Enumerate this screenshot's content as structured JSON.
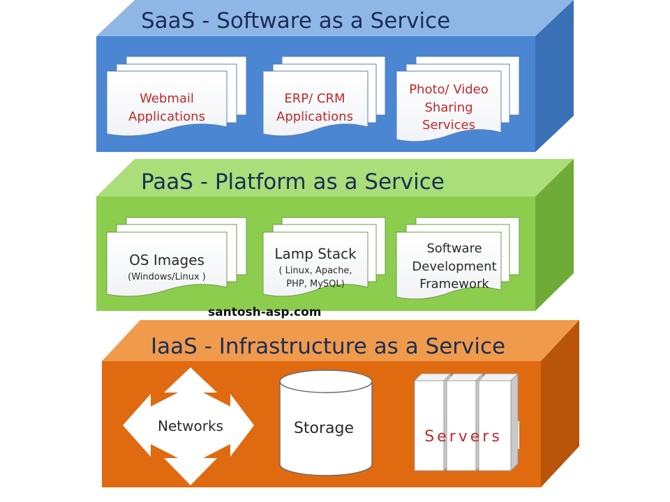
{
  "layers": {
    "saas": {
      "title": "SaaS  -  Software as a Service",
      "items": [
        {
          "lines": [
            "Webmail",
            "Applications"
          ]
        },
        {
          "lines": [
            "ERP/ CRM",
            "Applications"
          ]
        },
        {
          "lines": [
            "Photo/ Video",
            "Sharing",
            "Services"
          ]
        }
      ]
    },
    "paas": {
      "title": "PaaS  -  Platform as a Service",
      "items": [
        {
          "title": "OS Images",
          "detail": "(Windows/Linux )"
        },
        {
          "title": "Lamp Stack",
          "detail1": "( Linux, Apache,",
          "detail2": "PHP, MySQL)"
        },
        {
          "lines": [
            "Software",
            "Development",
            "Framework"
          ]
        }
      ]
    },
    "iaas": {
      "title": "IaaS  -  Infrastructure as a Service",
      "items": [
        "Networks",
        "Storage",
        "Servers"
      ]
    }
  },
  "watermark": "santosh-asp.com",
  "colors": {
    "saas_front": "#4a86d2",
    "saas_top": "#8fb7e6",
    "saas_side": "#3a70b6",
    "paas_front": "#8ccd4e",
    "paas_top": "#a9de78",
    "paas_side": "#6fab37",
    "iaas_front": "#e06a10",
    "iaas_top": "#f09a4c",
    "iaas_side": "#b9540b",
    "card_text_red": "#c0282a",
    "title_text": "#1b2e55"
  }
}
